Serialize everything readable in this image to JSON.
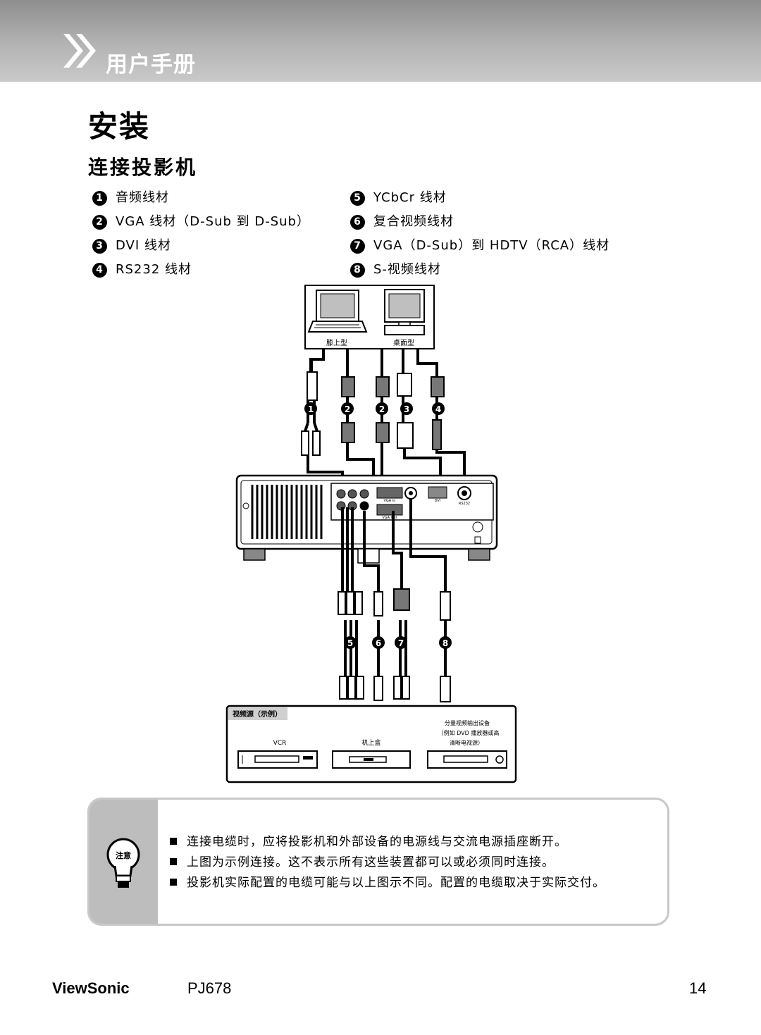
{
  "header": {
    "title": "用户手册"
  },
  "page": {
    "section_title": "安装",
    "subtitle": "连接投影机"
  },
  "cables": [
    {
      "num": "1",
      "label": "音频线材"
    },
    {
      "num": "2",
      "label": "VGA 线材（D-Sub 到 D-Sub）"
    },
    {
      "num": "3",
      "label": "DVI 线材"
    },
    {
      "num": "4",
      "label": "RS232 线材"
    },
    {
      "num": "5",
      "label": "YCbCr 线材"
    },
    {
      "num": "6",
      "label": "复合视频线材"
    },
    {
      "num": "7",
      "label": "VGA（D-Sub）到 HDTV（RCA）线材"
    },
    {
      "num": "8",
      "label": "S-视频线材"
    }
  ],
  "diagram": {
    "laptop_label": "膝上型",
    "desktop_label": "桌面型",
    "source_box_title": "视频源（示例）",
    "vcr_label": "VCR",
    "stb_label": "机上盒",
    "component_label_1": "分量视频输出设备",
    "component_label_2": "（例如 DVD 播放器或高",
    "component_label_3": "清晰电视源）",
    "port_vga_in": "VGA In",
    "port_vga_out": "VGA Out",
    "port_dvi": "DVI",
    "port_rs232": "RS232"
  },
  "note": {
    "badge": "注意",
    "items": [
      "连接电缆时，应将投影机和外部设备的电源线与交流电源插座断开。",
      "上图为示例连接。这不表示所有这些装置都可以或必须同时连接。",
      "投影机实际配置的电缆可能与以上图示不同。配置的电缆取决于实际交付。"
    ]
  },
  "footer": {
    "brand": "ViewSonic",
    "model": "PJ678",
    "page": "14"
  }
}
